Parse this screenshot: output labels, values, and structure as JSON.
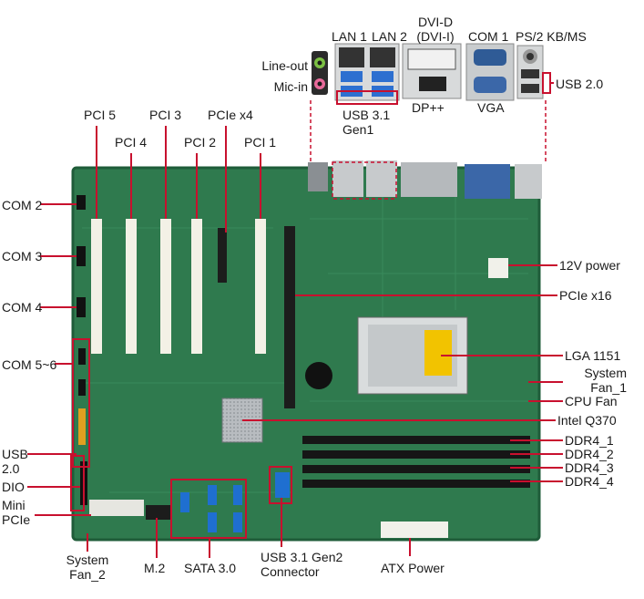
{
  "labels": {
    "lan1": "LAN 1",
    "lan2": "LAN 2",
    "dvi": "DVI-D\n(DVI-I)",
    "com1": "COM 1",
    "ps2": "PS/2 KB/MS",
    "line_out": "Line-out",
    "mic_in": "Mic-in",
    "usb20_top": "USB 2.0",
    "usb31": "USB 3.1\nGen1",
    "dp": "DP++",
    "vga": "VGA",
    "pci5": "PCI 5",
    "pci4": "PCI 4",
    "pci3": "PCI 3",
    "pci2": "PCI 2",
    "pcie_x4": "PCIe x4",
    "pci1": "PCI 1",
    "com2": "COM 2",
    "com3": "COM 3",
    "com4": "COM 4",
    "com56": "COM 5~6",
    "usb20_left": "USB\n2.0",
    "dio": "DIO",
    "mini_pcie": "Mini\nPCIe",
    "power12v": "12V power",
    "pcie_x16": "PCIe x16",
    "lga": "LGA 1151",
    "sys_fan1": "System\nFan_1",
    "cpu_fan": "CPU Fan",
    "intel": "Intel  Q370",
    "ddr1": "DDR4_1",
    "ddr2": "DDR4_2",
    "ddr3": "DDR4_3",
    "ddr4": "DDR4_4",
    "sys_fan2": "System\nFan_2",
    "m2": "M.2",
    "sata": "SATA 3.0",
    "usb31g2": "USB 3.1 Gen2\nConnector",
    "atx": "ATX Power"
  },
  "colors": {
    "pcb": "#2f7a4e",
    "pcb_dark": "#1f5c39",
    "callout": "#c8102e"
  }
}
